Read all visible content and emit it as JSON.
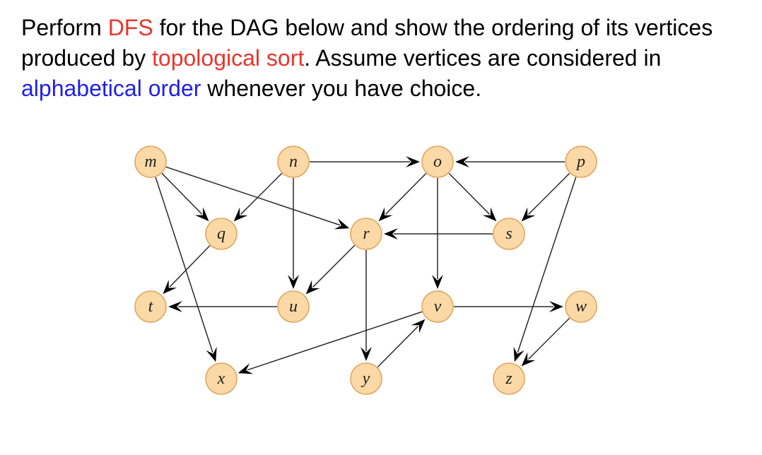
{
  "prompt": {
    "part1": "Perform ",
    "dfs": "DFS",
    "part2": " for the DAG below and show the ordering of its vertices produced by ",
    "topo": "topological sort",
    "part3": ". Assume vertices are considered in ",
    "alpha": "alphabetical order",
    "part4": " whenever you have choice."
  },
  "colors": {
    "red": "#e8352b",
    "blue": "#1f1fe8",
    "node_fill": "#fbd9a6",
    "node_stroke": "#e1a45a",
    "edge": "#2a2a2a"
  },
  "nodes": [
    {
      "id": "m",
      "label": "m"
    },
    {
      "id": "n",
      "label": "n"
    },
    {
      "id": "o",
      "label": "o"
    },
    {
      "id": "p",
      "label": "p"
    },
    {
      "id": "q",
      "label": "q"
    },
    {
      "id": "r",
      "label": "r"
    },
    {
      "id": "s",
      "label": "s"
    },
    {
      "id": "t",
      "label": "t"
    },
    {
      "id": "u",
      "label": "u"
    },
    {
      "id": "v",
      "label": "v"
    },
    {
      "id": "w",
      "label": "w"
    },
    {
      "id": "x",
      "label": "x"
    },
    {
      "id": "y",
      "label": "y"
    },
    {
      "id": "z",
      "label": "z"
    }
  ],
  "edges": [
    {
      "from": "m",
      "to": "q"
    },
    {
      "from": "m",
      "to": "r"
    },
    {
      "from": "m",
      "to": "x"
    },
    {
      "from": "n",
      "to": "q"
    },
    {
      "from": "n",
      "to": "u"
    },
    {
      "from": "n",
      "to": "o"
    },
    {
      "from": "o",
      "to": "r"
    },
    {
      "from": "o",
      "to": "s"
    },
    {
      "from": "o",
      "to": "v"
    },
    {
      "from": "p",
      "to": "o"
    },
    {
      "from": "p",
      "to": "s"
    },
    {
      "from": "p",
      "to": "z"
    },
    {
      "from": "q",
      "to": "t"
    },
    {
      "from": "r",
      "to": "u"
    },
    {
      "from": "r",
      "to": "y"
    },
    {
      "from": "s",
      "to": "r"
    },
    {
      "from": "u",
      "to": "t"
    },
    {
      "from": "v",
      "to": "w"
    },
    {
      "from": "v",
      "to": "x"
    },
    {
      "from": "w",
      "to": "z"
    },
    {
      "from": "y",
      "to": "v"
    }
  ]
}
